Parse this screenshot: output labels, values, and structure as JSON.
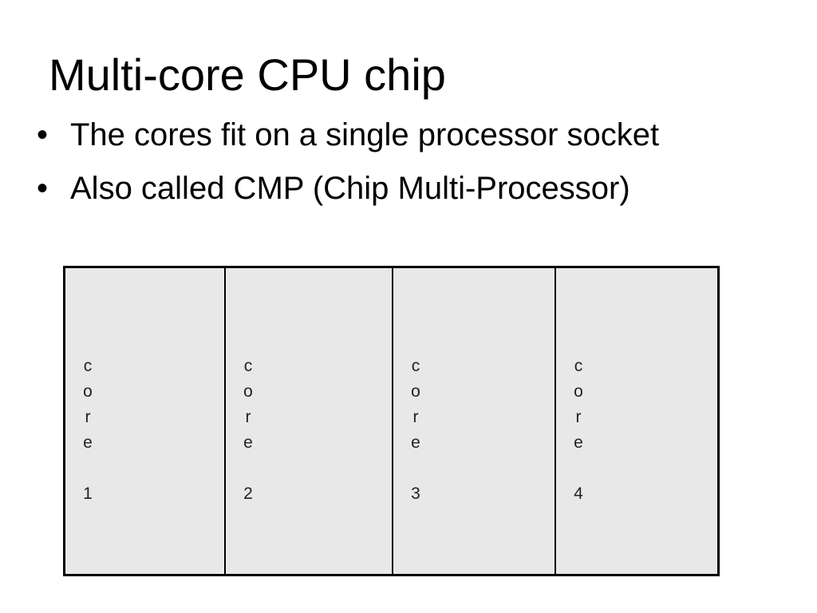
{
  "slide": {
    "title": "Multi-core CPU chip",
    "bullets": [
      "The cores fit on a single processor socket",
      "Also called CMP (Chip Multi-Processor)"
    ]
  },
  "diagram": {
    "cores": [
      {
        "word": "core",
        "number": "1"
      },
      {
        "word": "core",
        "number": "2"
      },
      {
        "word": "core",
        "number": "3"
      },
      {
        "word": "core",
        "number": "4"
      }
    ]
  },
  "colors": {
    "chip_fill": "#e8e8e8",
    "chip_border": "#000000",
    "text": "#000000"
  }
}
